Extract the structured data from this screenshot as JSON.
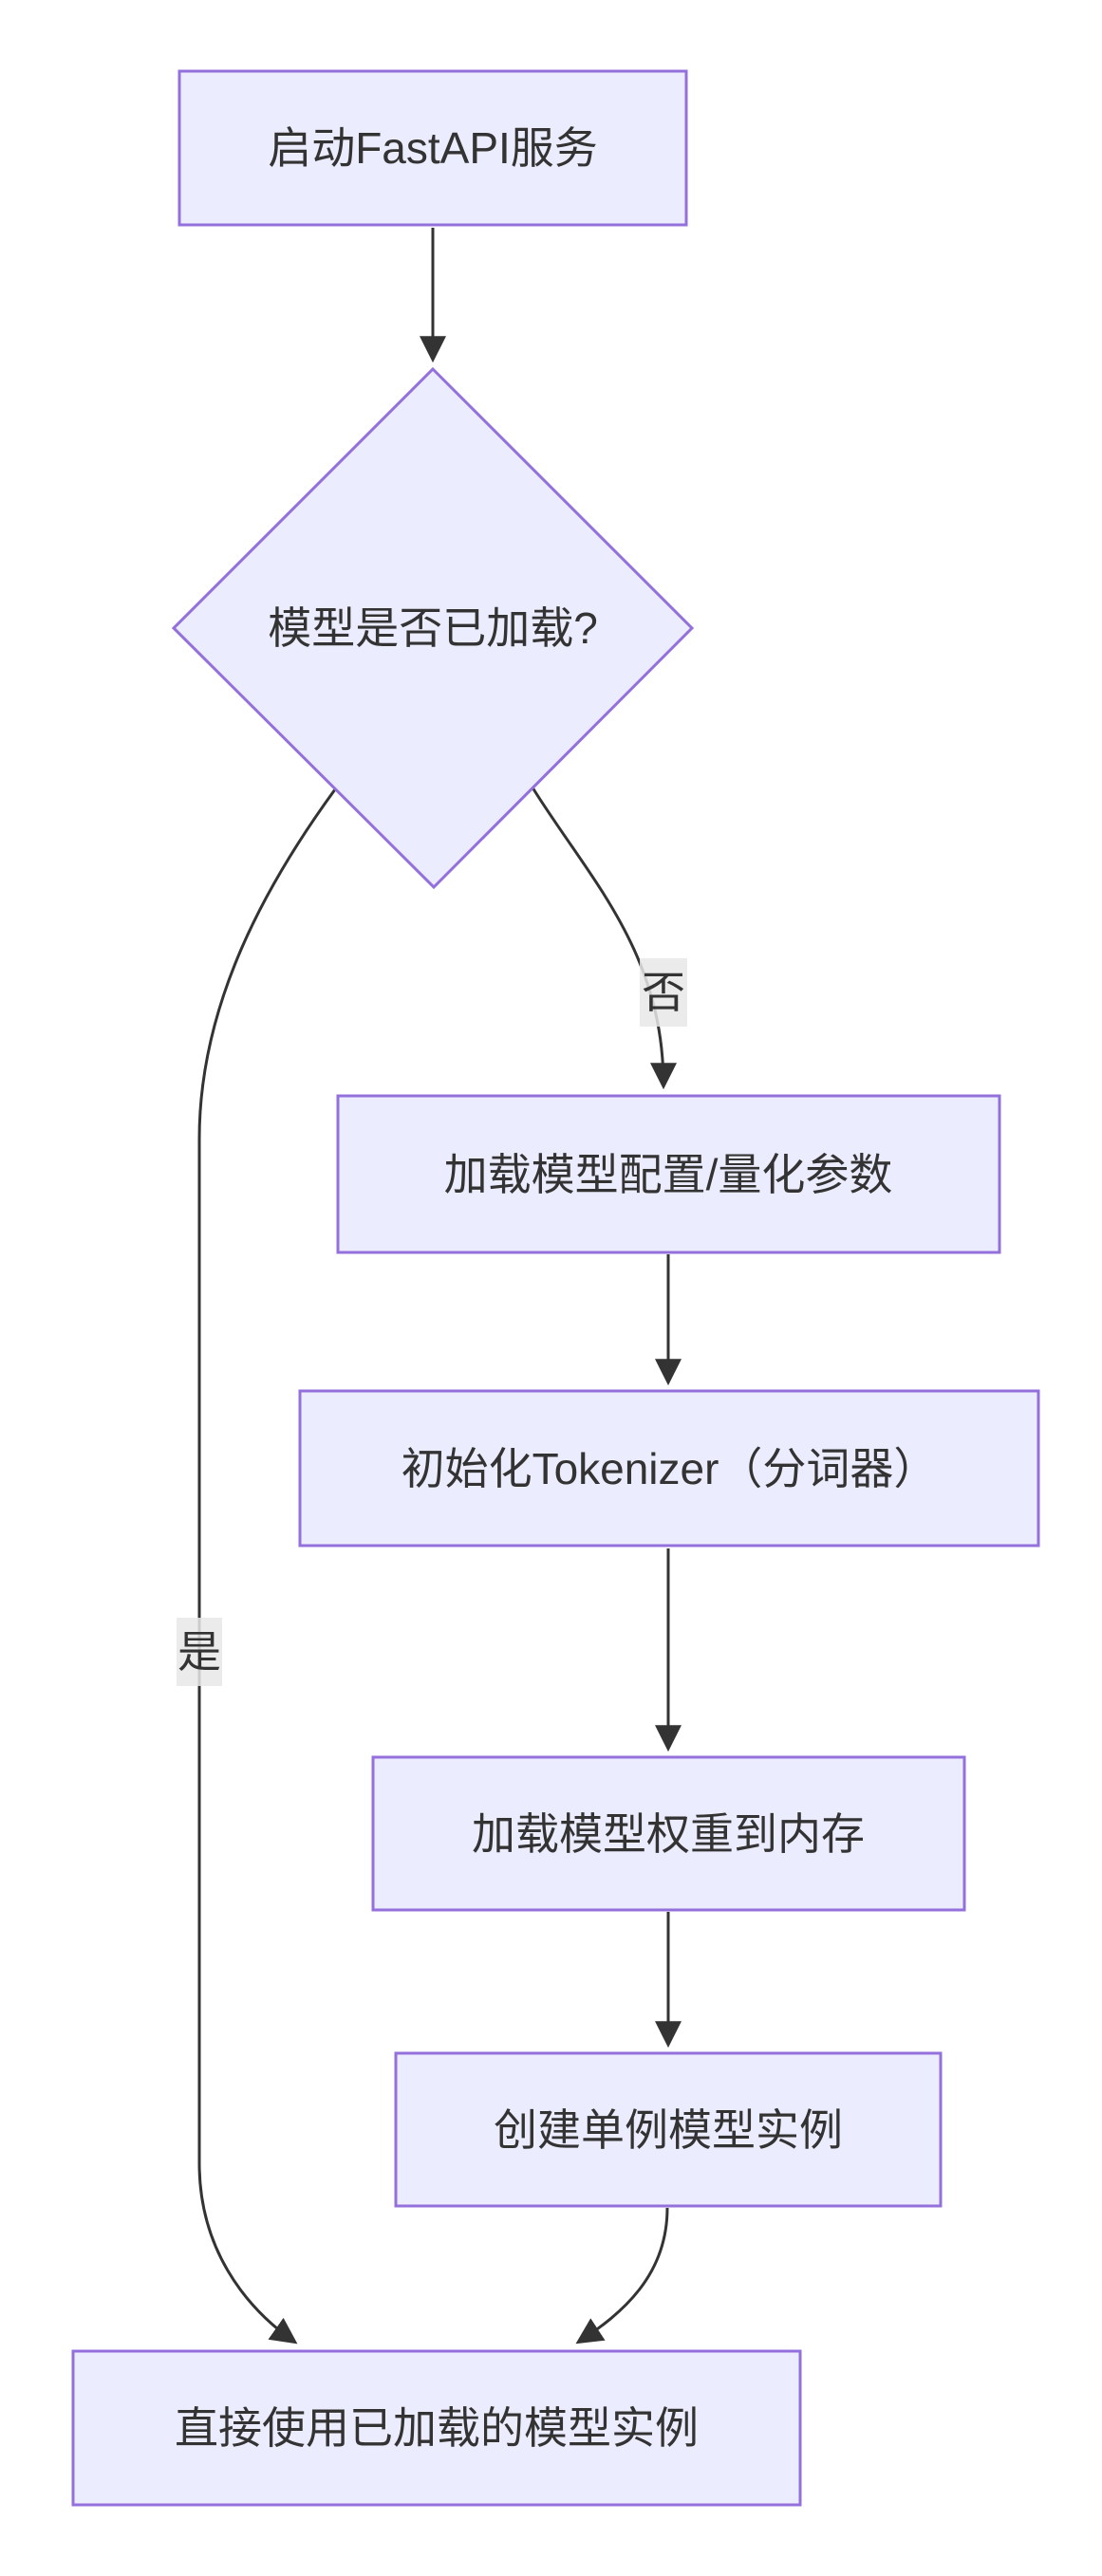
{
  "diagram": {
    "type": "flowchart",
    "direction": "top-down",
    "colors": {
      "background": "#ffffff",
      "node_fill": "#ECECFF",
      "node_border": "#9370DB",
      "edge_stroke": "#333333",
      "text": "#333333",
      "edge_label_bg": "#e8e8e8"
    },
    "nodes": [
      {
        "id": "start",
        "shape": "rectangle",
        "label": "启动FastAPI服务"
      },
      {
        "id": "decision",
        "shape": "diamond",
        "label": "模型是否已加载?"
      },
      {
        "id": "load_config",
        "shape": "rectangle",
        "label": "加载模型配置/量化参数"
      },
      {
        "id": "init_tokenizer",
        "shape": "rectangle",
        "label": "初始化Tokenizer（分词器）"
      },
      {
        "id": "load_weights",
        "shape": "rectangle",
        "label": "加载模型权重到内存"
      },
      {
        "id": "create_singleton",
        "shape": "rectangle",
        "label": "创建单例模型实例"
      },
      {
        "id": "use_loaded",
        "shape": "rectangle",
        "label": "直接使用已加载的模型实例"
      }
    ],
    "edges": [
      {
        "from": "start",
        "to": "decision",
        "label": ""
      },
      {
        "from": "decision",
        "to": "load_config",
        "label": "否"
      },
      {
        "from": "load_config",
        "to": "init_tokenizer",
        "label": ""
      },
      {
        "from": "init_tokenizer",
        "to": "load_weights",
        "label": ""
      },
      {
        "from": "load_weights",
        "to": "create_singleton",
        "label": ""
      },
      {
        "from": "decision",
        "to": "use_loaded",
        "label": "是"
      },
      {
        "from": "create_singleton",
        "to": "use_loaded",
        "label": ""
      }
    ]
  }
}
